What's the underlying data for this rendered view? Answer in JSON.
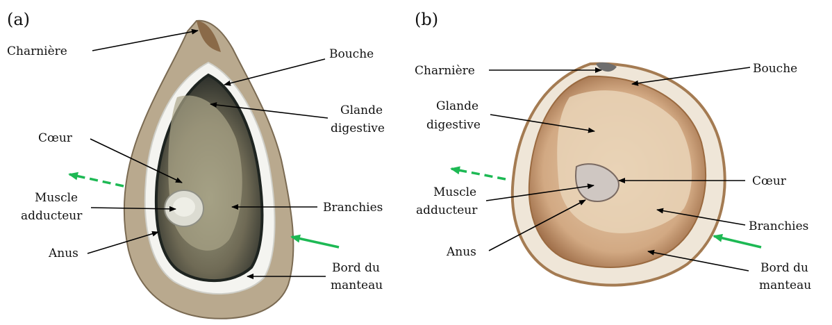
{
  "panels": [
    {
      "id": "a",
      "letter": "(a)",
      "labels": {
        "charniere": "Charnière",
        "bouche": "Bouche",
        "glande_1": "Glande",
        "glande_2": "digestive",
        "coeur": "Cœur",
        "muscle_1": "Muscle",
        "muscle_2": "adducteur",
        "branchies": "Branchies",
        "anus": "Anus",
        "bord_1": "Bord du",
        "bord_2": "manteau"
      }
    },
    {
      "id": "b",
      "letter": "(b)",
      "labels": {
        "charniere": "Charnière",
        "bouche": "Bouche",
        "glande_1": "Glande",
        "glande_2": "digestive",
        "coeur": "Cœur",
        "muscle_1": "Muscle",
        "muscle_2": "adducteur",
        "branchies": "Branchies",
        "anus": "Anus",
        "bord_1": "Bord du",
        "bord_2": "manteau"
      }
    }
  ],
  "colors": {
    "arrow_green": "#1db954",
    "leader": "#000000"
  }
}
